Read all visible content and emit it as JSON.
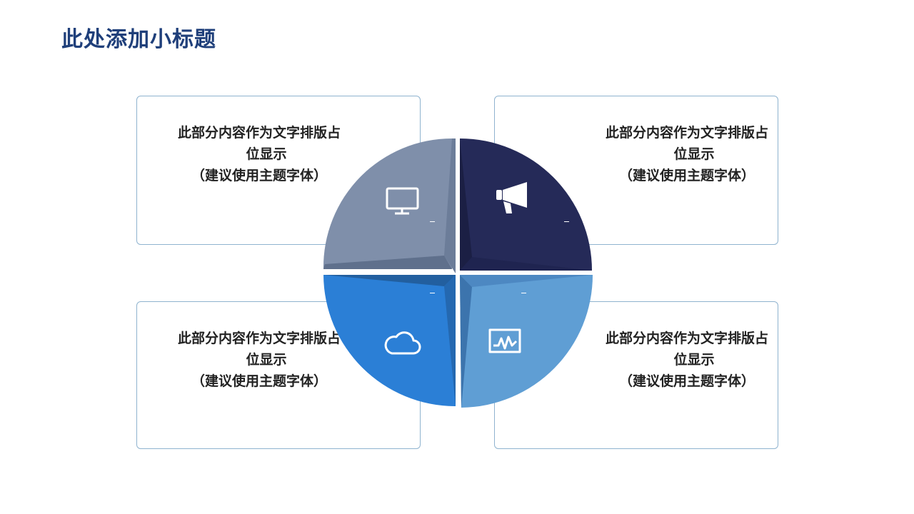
{
  "page": {
    "title": "此处添加小标题"
  },
  "cards": [
    {
      "id": "top-left",
      "line1": "此部分内容作为文字排版占",
      "line2": "位显示",
      "line3": "（建议使用主题字体）"
    },
    {
      "id": "top-right",
      "line1": "此部分内容作为文字排版占",
      "line2": "位显示",
      "line3": "（建议使用主题字体）"
    },
    {
      "id": "bottom-left",
      "line1": "此部分内容作为文字排版占",
      "line2": "位显示",
      "line3": "（建议使用主题字体）"
    },
    {
      "id": "bottom-right",
      "line1": "此部分内容作为文字排版占",
      "line2": "位显示",
      "line3": "（建议使用主题字体）"
    }
  ],
  "quadrants": [
    {
      "id": "top-left",
      "icon": "monitor-icon",
      "color": "#7f8faa"
    },
    {
      "id": "top-right",
      "icon": "megaphone-icon",
      "color": "#252a58"
    },
    {
      "id": "bottom-left",
      "icon": "cloud-icon",
      "color": "#2b7fd6"
    },
    {
      "id": "bottom-right",
      "icon": "chart-icon",
      "color": "#5f9ed4"
    }
  ]
}
